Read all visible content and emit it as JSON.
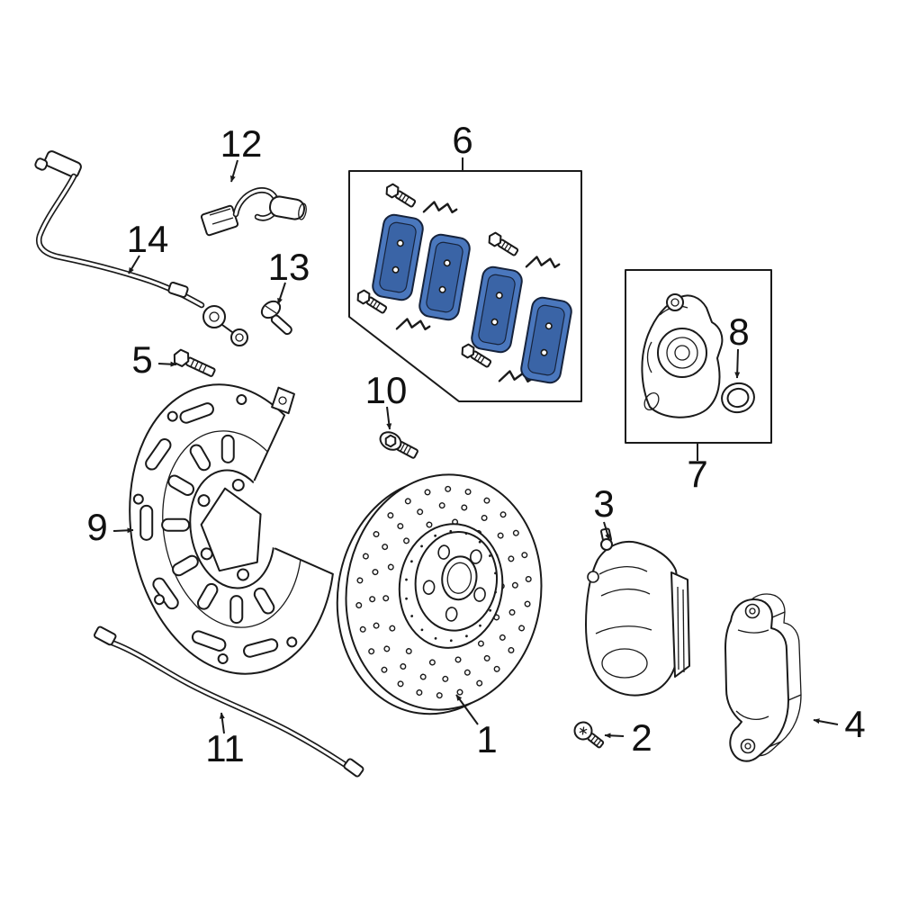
{
  "diagram": {
    "background_color": "#ffffff",
    "line_color": "#1a1a1a",
    "pad_color": "#4a77bd",
    "pad_color_dark": "#3a64a6",
    "callouts": [
      {
        "label": "1"
      },
      {
        "label": "2"
      },
      {
        "label": "3"
      },
      {
        "label": "4"
      },
      {
        "label": "5"
      },
      {
        "label": "6"
      },
      {
        "label": "7"
      },
      {
        "label": "8"
      },
      {
        "label": "9"
      },
      {
        "label": "10"
      },
      {
        "label": "11"
      },
      {
        "label": "12"
      },
      {
        "label": "13"
      },
      {
        "label": "14"
      }
    ]
  }
}
